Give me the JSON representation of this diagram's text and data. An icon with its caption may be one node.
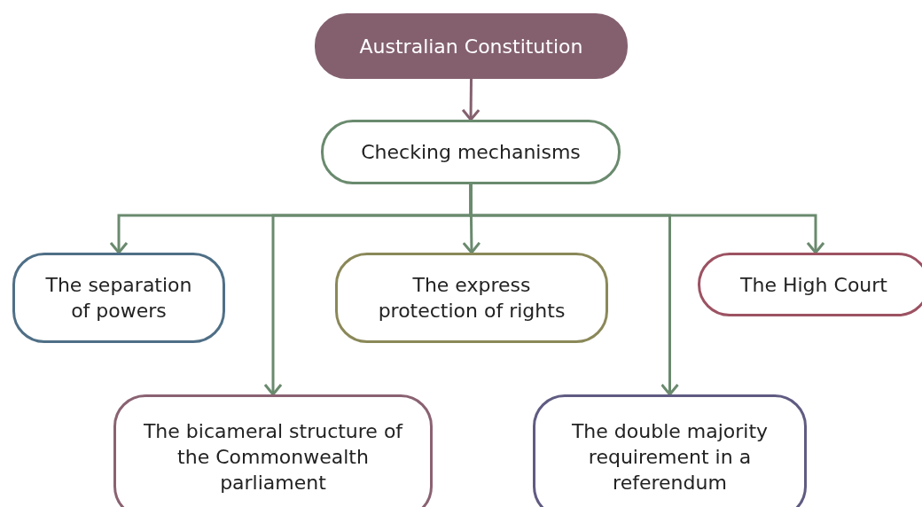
{
  "diagram": {
    "nodes": [
      {
        "text": [
          "Australian Constitution"
        ]
      },
      {
        "text": [
          "Checking mechanisms"
        ]
      },
      {
        "text": [
          "The separation of powers"
        ]
      },
      {
        "text": [
          "The express protection of rights"
        ]
      },
      {
        "text": [
          "The High Court"
        ]
      },
      {
        "text": [
          "The bicameral structure of the Commonwealth parliament"
        ]
      },
      {
        "text": [
          "The double majority requirement in a referendum"
        ]
      }
    ],
    "edges": [
      {
        "from": 0,
        "to": 1,
        "arrow": "to",
        "color": "#84606f"
      },
      {
        "from": 1,
        "to": 2,
        "arrow": "to"
      },
      {
        "from": 1,
        "to": 5,
        "arrow": "to"
      },
      {
        "from": 1,
        "to": 3,
        "arrow": "to"
      },
      {
        "from": 1,
        "to": 6,
        "arrow": "to"
      },
      {
        "from": 1,
        "to": 4,
        "arrow": "to"
      }
    ]
  }
}
